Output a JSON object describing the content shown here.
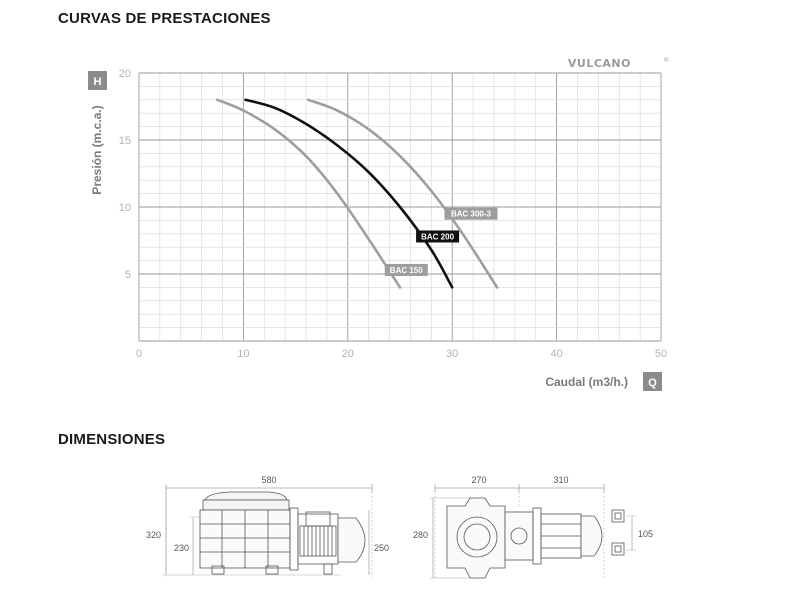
{
  "page": {
    "title_performance": "CURVAS DE PRESTACIONES",
    "title_dimensions": "DIMENSIONES",
    "brand": "VULCANO"
  },
  "chart_data": {
    "type": "line",
    "title": "",
    "xlabel": "Caudal (m3/h.)",
    "ylabel": "Presión (m.c.a.)",
    "x_axis_badge": "Q",
    "y_axis_badge": "H",
    "xlim": [
      0,
      50
    ],
    "ylim": [
      0,
      20
    ],
    "x_ticks": [
      "0",
      "10",
      "20",
      "30",
      "40",
      "50"
    ],
    "y_ticks": [
      "5",
      "10",
      "15",
      "20"
    ],
    "grid": true,
    "series": [
      {
        "name": "BAC 150",
        "color": "#9e9e9e",
        "highlight": false,
        "x": [
          7.5,
          10,
          13,
          16,
          19,
          22,
          25
        ],
        "y": [
          18,
          17.2,
          15.8,
          13.8,
          11.0,
          7.6,
          4.0
        ]
      },
      {
        "name": "BAC 200",
        "color": "#111111",
        "highlight": true,
        "x": [
          10.2,
          13,
          16,
          19,
          22,
          25,
          28,
          30
        ],
        "y": [
          18,
          17.4,
          16.2,
          14.6,
          12.6,
          10.0,
          6.8,
          4.0
        ]
      },
      {
        "name": "BAC 300-3",
        "color": "#9e9e9e",
        "highlight": false,
        "x": [
          16.2,
          19,
          22,
          25,
          28,
          31,
          34.3
        ],
        "y": [
          18,
          17.2,
          15.8,
          13.8,
          11.2,
          8.0,
          4.0
        ]
      }
    ]
  },
  "dimensions": {
    "side_view": {
      "length": "580",
      "total_height": "320",
      "inlet_height": "230",
      "body_height": "250"
    },
    "top_view": {
      "left_width": "270",
      "right_width": "310",
      "depth": "280",
      "port_spacing": "105"
    }
  }
}
